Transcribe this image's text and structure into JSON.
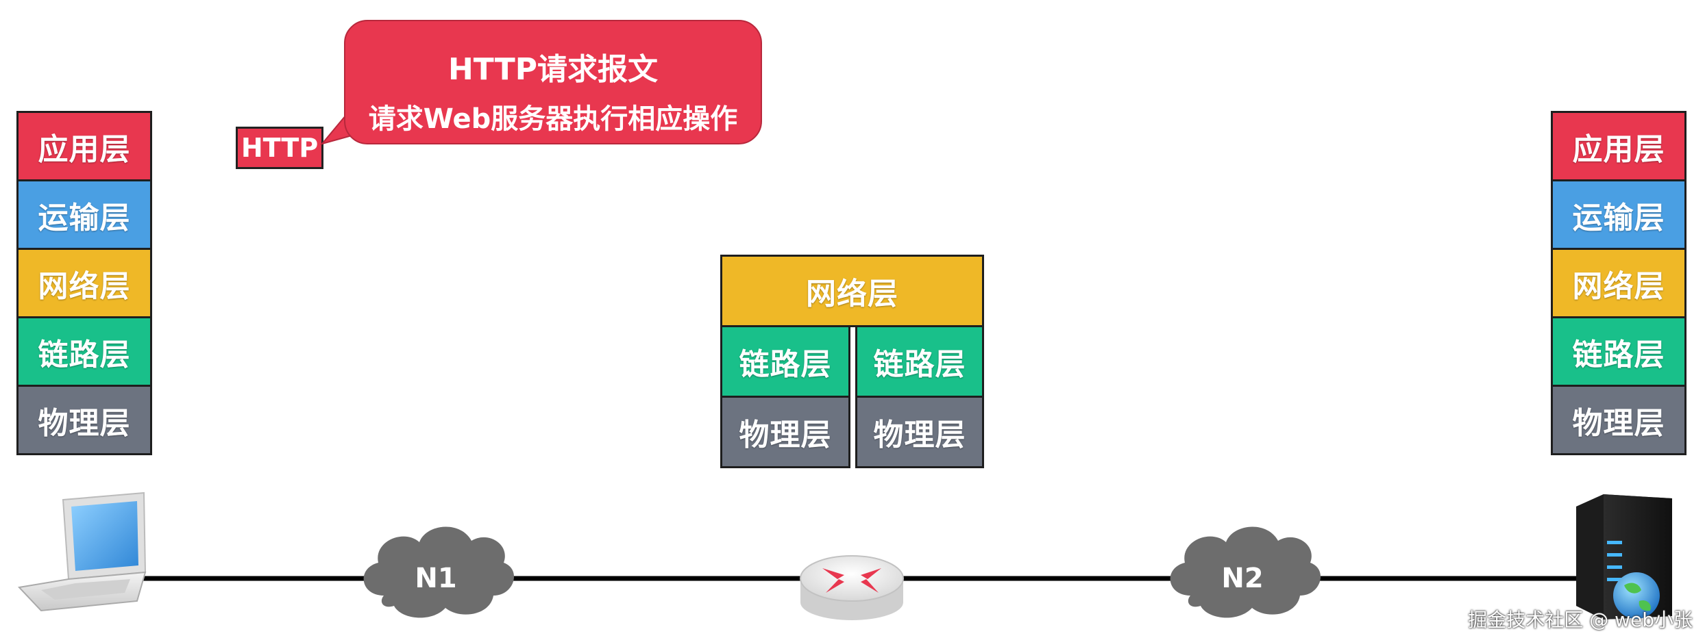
{
  "left_host": {
    "layers": [
      {
        "label": "应用层",
        "color": "#e8374f"
      },
      {
        "label": "运输层",
        "color": "#4a9fe3"
      },
      {
        "label": "网络层",
        "color": "#efb827"
      },
      {
        "label": "链路层",
        "color": "#19c08a"
      },
      {
        "label": "物理层",
        "color": "#6c7380"
      }
    ]
  },
  "right_host": {
    "layers": [
      {
        "label": "应用层",
        "color": "#e8374f"
      },
      {
        "label": "运输层",
        "color": "#4a9fe3"
      },
      {
        "label": "网络层",
        "color": "#efb827"
      },
      {
        "label": "链路层",
        "color": "#19c08a"
      },
      {
        "label": "物理层",
        "color": "#6c7380"
      }
    ]
  },
  "router_stack": {
    "network": {
      "label": "网络层",
      "color": "#efb827"
    },
    "left_link": {
      "label": "链路层",
      "color": "#19c08a"
    },
    "right_link": {
      "label": "链路层",
      "color": "#19c08a"
    },
    "left_physical": {
      "label": "物理层",
      "color": "#6c7380"
    },
    "right_physical": {
      "label": "物理层",
      "color": "#6c7380"
    }
  },
  "packet_tag": "HTTP",
  "callout": {
    "title": "HTTP请求报文",
    "text": "请求Web服务器执行相应操作"
  },
  "clouds": {
    "n1": "N1",
    "n2": "N2"
  },
  "devices": {
    "left": "laptop-icon",
    "middle": "router-icon",
    "right": "server-icon"
  },
  "watermark": "掘金技术社区 @ web小张"
}
